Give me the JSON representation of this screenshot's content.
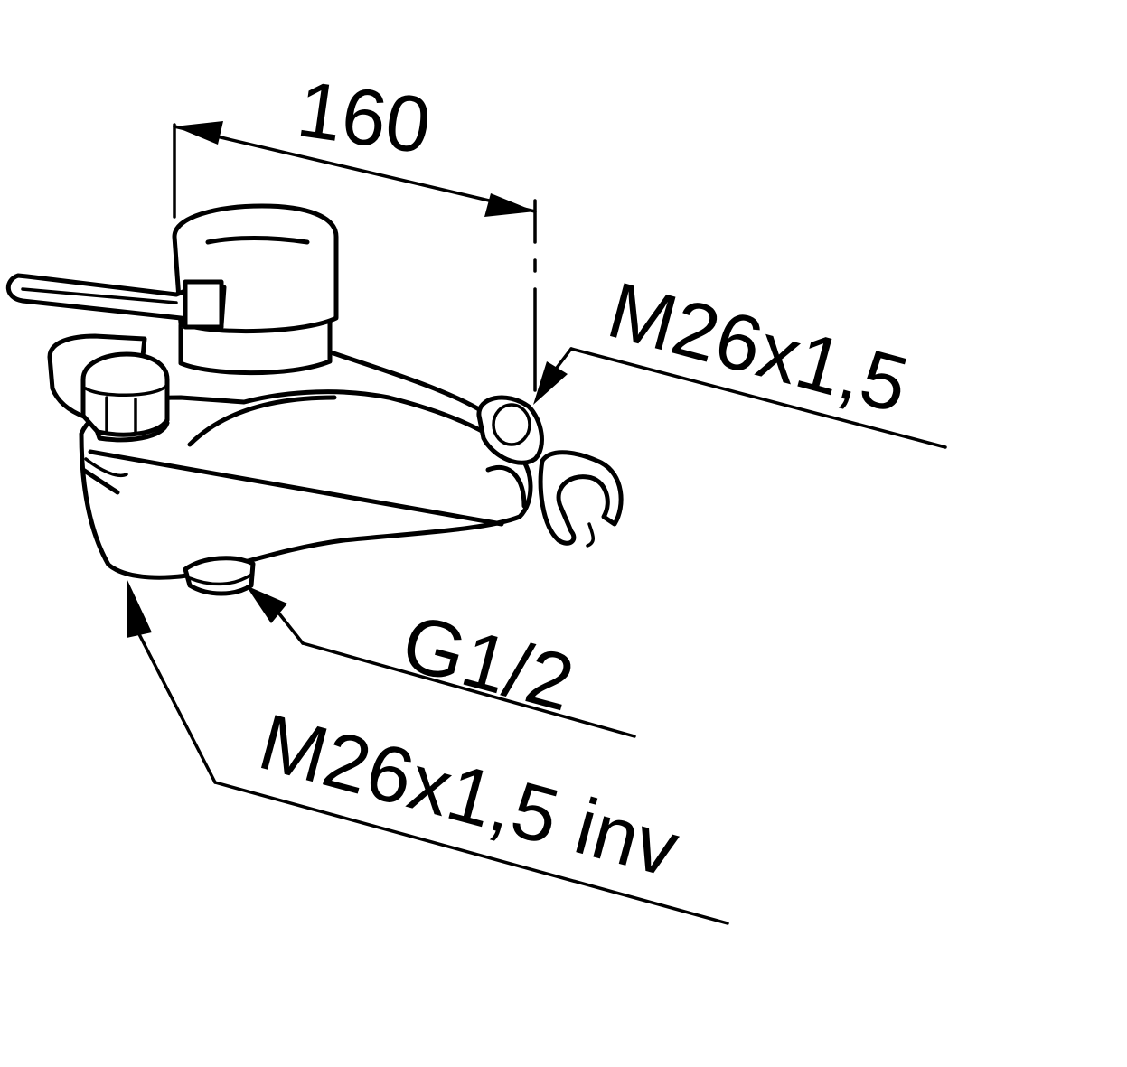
{
  "diagram": {
    "labels": {
      "width_dimension": "160",
      "outlet_thread_top": "M26x1,5",
      "inlet_thread": "G1/2",
      "outlet_thread_bottom": "M26x1,5 inv"
    }
  }
}
